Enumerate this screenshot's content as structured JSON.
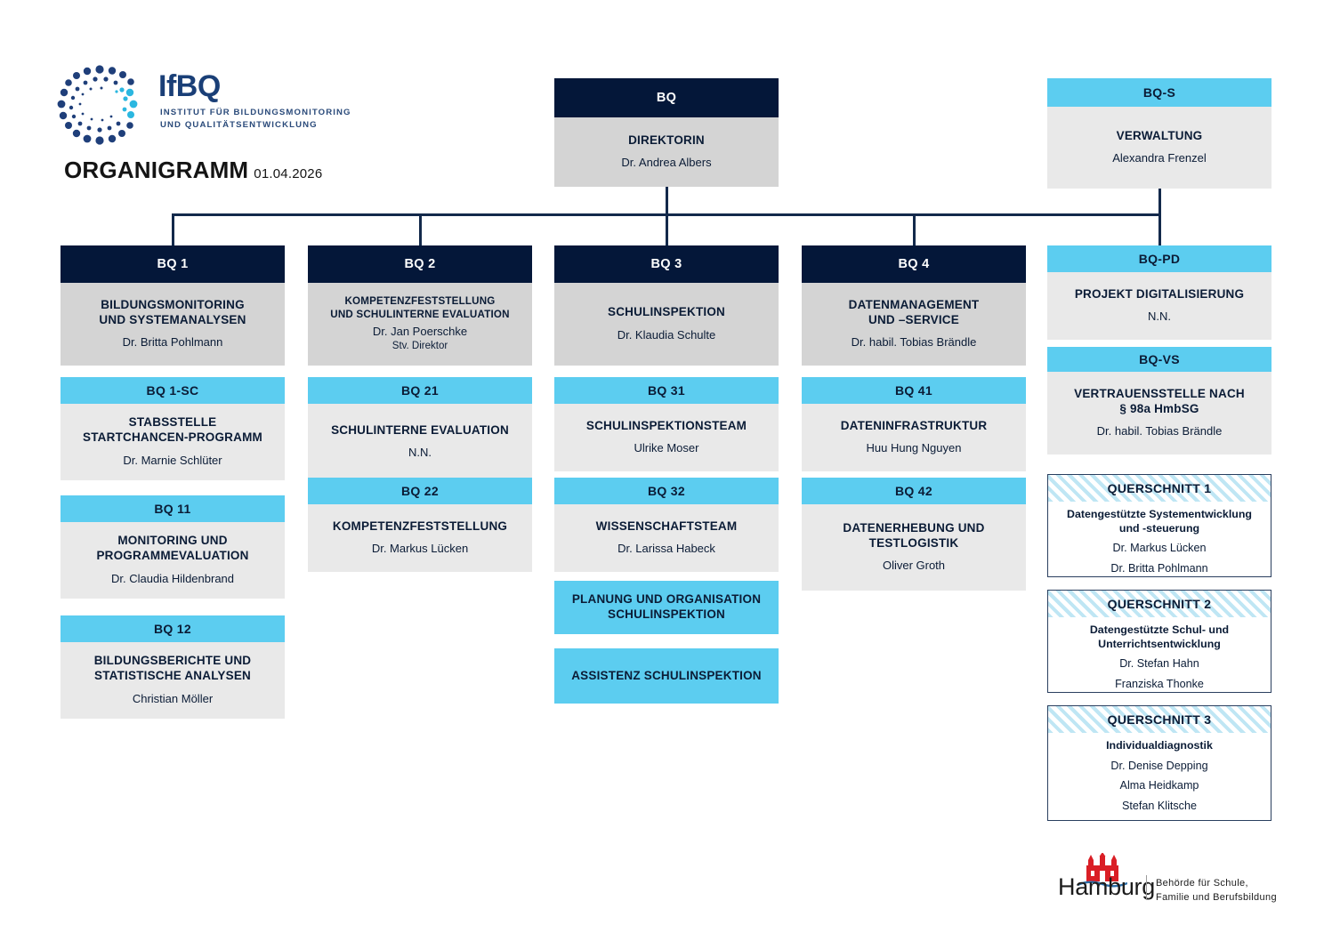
{
  "brand": {
    "logo_icon": "ifbq-dot-ring-logo",
    "acronym": "IfBQ",
    "subtitle_line1": "INSTITUT FÜR BILDUNGSMONITORING",
    "subtitle_line2": "UND QUALITÄTSENTWICKLUNG"
  },
  "page": {
    "title": "ORGANIGRAMM",
    "date": "01.04.2026"
  },
  "colors": {
    "navy": "#041739",
    "cyan": "#5CCDF0",
    "grey": "#D4D4D4",
    "light_grey": "#E9E9E9",
    "line": "#13294B",
    "hatch": "#BFE6F4"
  },
  "director": {
    "code": "BQ",
    "role": "DIREKTORIN",
    "person": "Dr. Andrea Albers"
  },
  "administration": {
    "code": "BQ-S",
    "role": "VERWALTUNG",
    "person": "Alexandra Frenzel"
  },
  "departments": [
    {
      "code": "BQ 1",
      "title": "BILDUNGSMONITORING\nUND SYSTEMANALYSEN",
      "title_line1": "BILDUNGSMONITORING",
      "title_line2": "UND SYSTEMANALYSEN",
      "person": "Dr. Britta Pohlmann",
      "units": [
        {
          "code": "BQ 1-SC",
          "title_line1": "STABSSTELLE",
          "title_line2": "STARTCHANCEN-PROGRAMM",
          "person": "Dr. Marnie Schlüter"
        },
        {
          "code": "BQ 11",
          "title_line1": "MONITORING UND",
          "title_line2": "PROGRAMMEVALUATION",
          "person": "Dr. Claudia Hildenbrand"
        },
        {
          "code": "BQ 12",
          "title_line1": "BILDUNGSBERICHTE UND",
          "title_line2": "STATISTISCHE ANALYSEN",
          "person": "Christian Möller"
        }
      ]
    },
    {
      "code": "BQ 2",
      "title_line1": "KOMPETENZFESTSTELLUNG",
      "title_line2": "UND SCHULINTERNE EVALUATION",
      "person": "Dr. Jan Poerschke",
      "person_note": "Stv. Direktor",
      "units": [
        {
          "code": "BQ 21",
          "title_line1": "SCHULINTERNE EVALUATION",
          "title_line2": "",
          "person": "N.N."
        },
        {
          "code": "BQ 22",
          "title_line1": "KOMPETENZFESTSTELLUNG",
          "title_line2": "",
          "person": "Dr. Markus Lücken"
        }
      ]
    },
    {
      "code": "BQ 3",
      "title_line1": "SCHULINSPEKTION",
      "title_line2": "",
      "person": "Dr.  Klaudia Schulte",
      "units": [
        {
          "code": "BQ 31",
          "title_line1": "SCHULINSPEKTIONSTEAM",
          "title_line2": "",
          "person": "Ulrike Moser"
        },
        {
          "code": "BQ 32",
          "title_line1": "WISSENSCHAFTSTEAM",
          "title_line2": "",
          "person": "Dr. Larissa Habeck"
        }
      ],
      "cyan_units": [
        {
          "title_line1": "PLANUNG UND ORGANISATION",
          "title_line2": "SCHULINSPEKTION"
        },
        {
          "title_line1": "ASSISTENZ SCHULINSPEKTION",
          "title_line2": ""
        }
      ]
    },
    {
      "code": "BQ 4",
      "title_line1": "DATENMANAGEMENT",
      "title_line2": "UND –SERVICE",
      "person": "Dr. habil. Tobias Brändle",
      "units": [
        {
          "code": "BQ 41",
          "title_line1": "DATENINFRASTRUKTUR",
          "title_line2": "",
          "person": "Huu Hung Nguyen"
        },
        {
          "code": "BQ 42",
          "title_line1": "DATENERHEBUNG UND",
          "title_line2": "TESTLOGISTIK",
          "person": "Oliver Groth"
        }
      ]
    }
  ],
  "right_column": [
    {
      "code": "BQ-PD",
      "title_line1": "PROJEKT DIGITALISIERUNG",
      "title_line2": "",
      "person": "N.N."
    },
    {
      "code": "BQ-VS",
      "title_line1": "VERTRAUENSSTELLE NACH",
      "title_line2": "§ 98a HmbSG",
      "person": "Dr. habil. Tobias Brändle"
    }
  ],
  "querschnitte": [
    {
      "header": "QUERSCHNITT 1",
      "subtitle_line1": "Datengestützte Systementwicklung",
      "subtitle_line2": "und -steuerung",
      "people": [
        "Dr. Markus Lücken",
        "Dr. Britta Pohlmann"
      ]
    },
    {
      "header": "QUERSCHNITT 2",
      "subtitle_line1": "Datengestützte Schul- und",
      "subtitle_line2": "Unterrichtsentwicklung",
      "people": [
        "Dr. Stefan Hahn",
        "Franziska Thonke"
      ]
    },
    {
      "header": "QUERSCHNITT 3",
      "subtitle_line1": "Individualdiagnostik",
      "subtitle_line2": "",
      "people": [
        "Dr. Denise Depping",
        "Alma Heidkamp",
        "Stefan Klitsche"
      ]
    }
  ],
  "footer": {
    "crest_icon": "hamburg-crest-icon",
    "wordmark": "Hamburg",
    "agency_line1": "Behörde für Schule,",
    "agency_line2": "Familie und Berufsbildung"
  }
}
